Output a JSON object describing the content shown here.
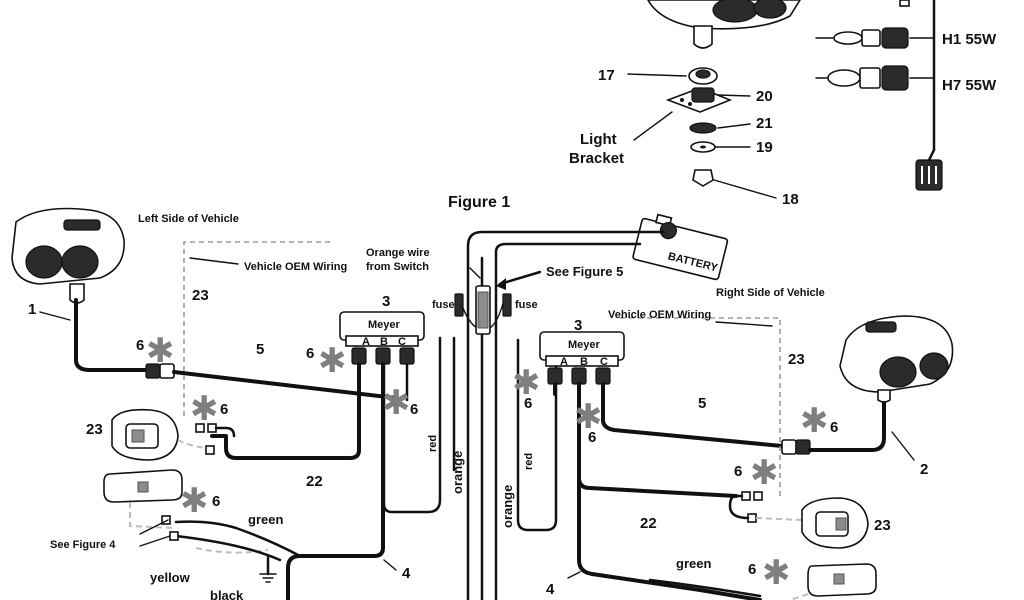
{
  "figure": {
    "title": "Figure 1",
    "left_side": "Left Side of Vehicle",
    "right_side": "Right Side of Vehicle",
    "oem_wiring": "Vehicle OEM Wiring",
    "orange_wire_line1": "Orange wire",
    "orange_wire_line2": "from Switch",
    "see_figure_5": "See Figure 5",
    "see_figure_4": "See Figure 4",
    "light_bracket_line1": "Light",
    "light_bracket_line2": "Bracket",
    "battery": "BATTERY",
    "bulbs": [
      "H1 55W",
      "H7 55W"
    ],
    "wire_colors": {
      "fuse": "fuse",
      "red": "red",
      "orange": "orange",
      "green": "green",
      "yellow": "yellow",
      "black": "black"
    },
    "connector_brand": "Meyer",
    "connector_pins": [
      "A",
      "B",
      "C"
    ]
  },
  "callouts": {
    "n1": "1",
    "n2": "2",
    "n3": "3",
    "n4": "4",
    "n5": "5",
    "n6": "6",
    "n17": "17",
    "n18": "18",
    "n19": "19",
    "n20": "20",
    "n21": "21",
    "n22": "22",
    "n23": "23"
  },
  "symbols": {
    "star": "✱"
  }
}
